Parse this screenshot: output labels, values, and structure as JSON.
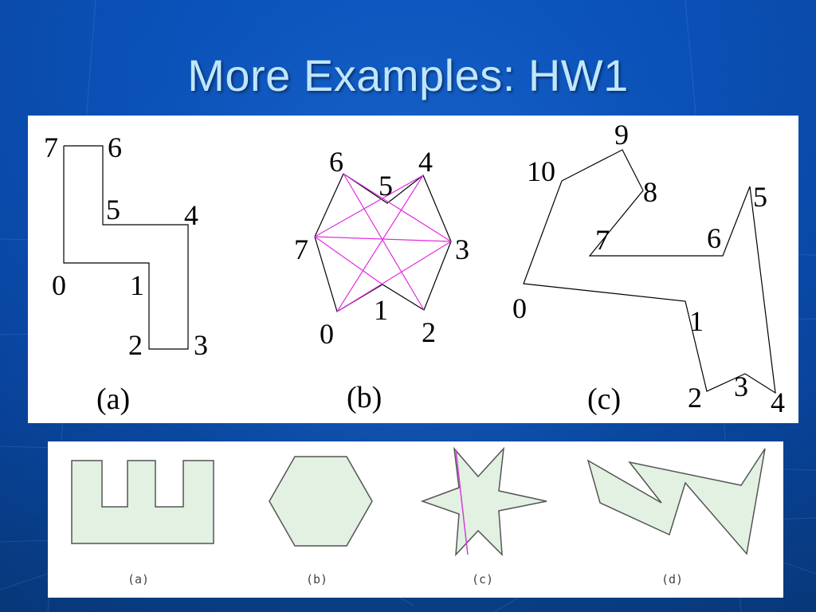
{
  "slide": {
    "title": "More Examples: HW1"
  },
  "top_figure": {
    "a": {
      "caption": "(a)",
      "labels": [
        "0",
        "1",
        "2",
        "3",
        "4",
        "5",
        "6",
        "7"
      ]
    },
    "b": {
      "caption": "(b)",
      "labels": [
        "0",
        "1",
        "2",
        "3",
        "4",
        "5",
        "6",
        "7"
      ]
    },
    "c": {
      "caption": "(c)",
      "labels": [
        "0",
        "1",
        "2",
        "3",
        "4",
        "5",
        "6",
        "7",
        "8",
        "9",
        "10"
      ]
    }
  },
  "bottom_figure": {
    "fill_color": "#e2f1e2",
    "diagonal_color": "#d23fd8",
    "captions": [
      "(a)",
      "(b)",
      "(c)",
      "(d)"
    ]
  },
  "colors": {
    "diagonal": "#e02ee0",
    "outline": "#000000",
    "title": "#bfe6ff"
  }
}
